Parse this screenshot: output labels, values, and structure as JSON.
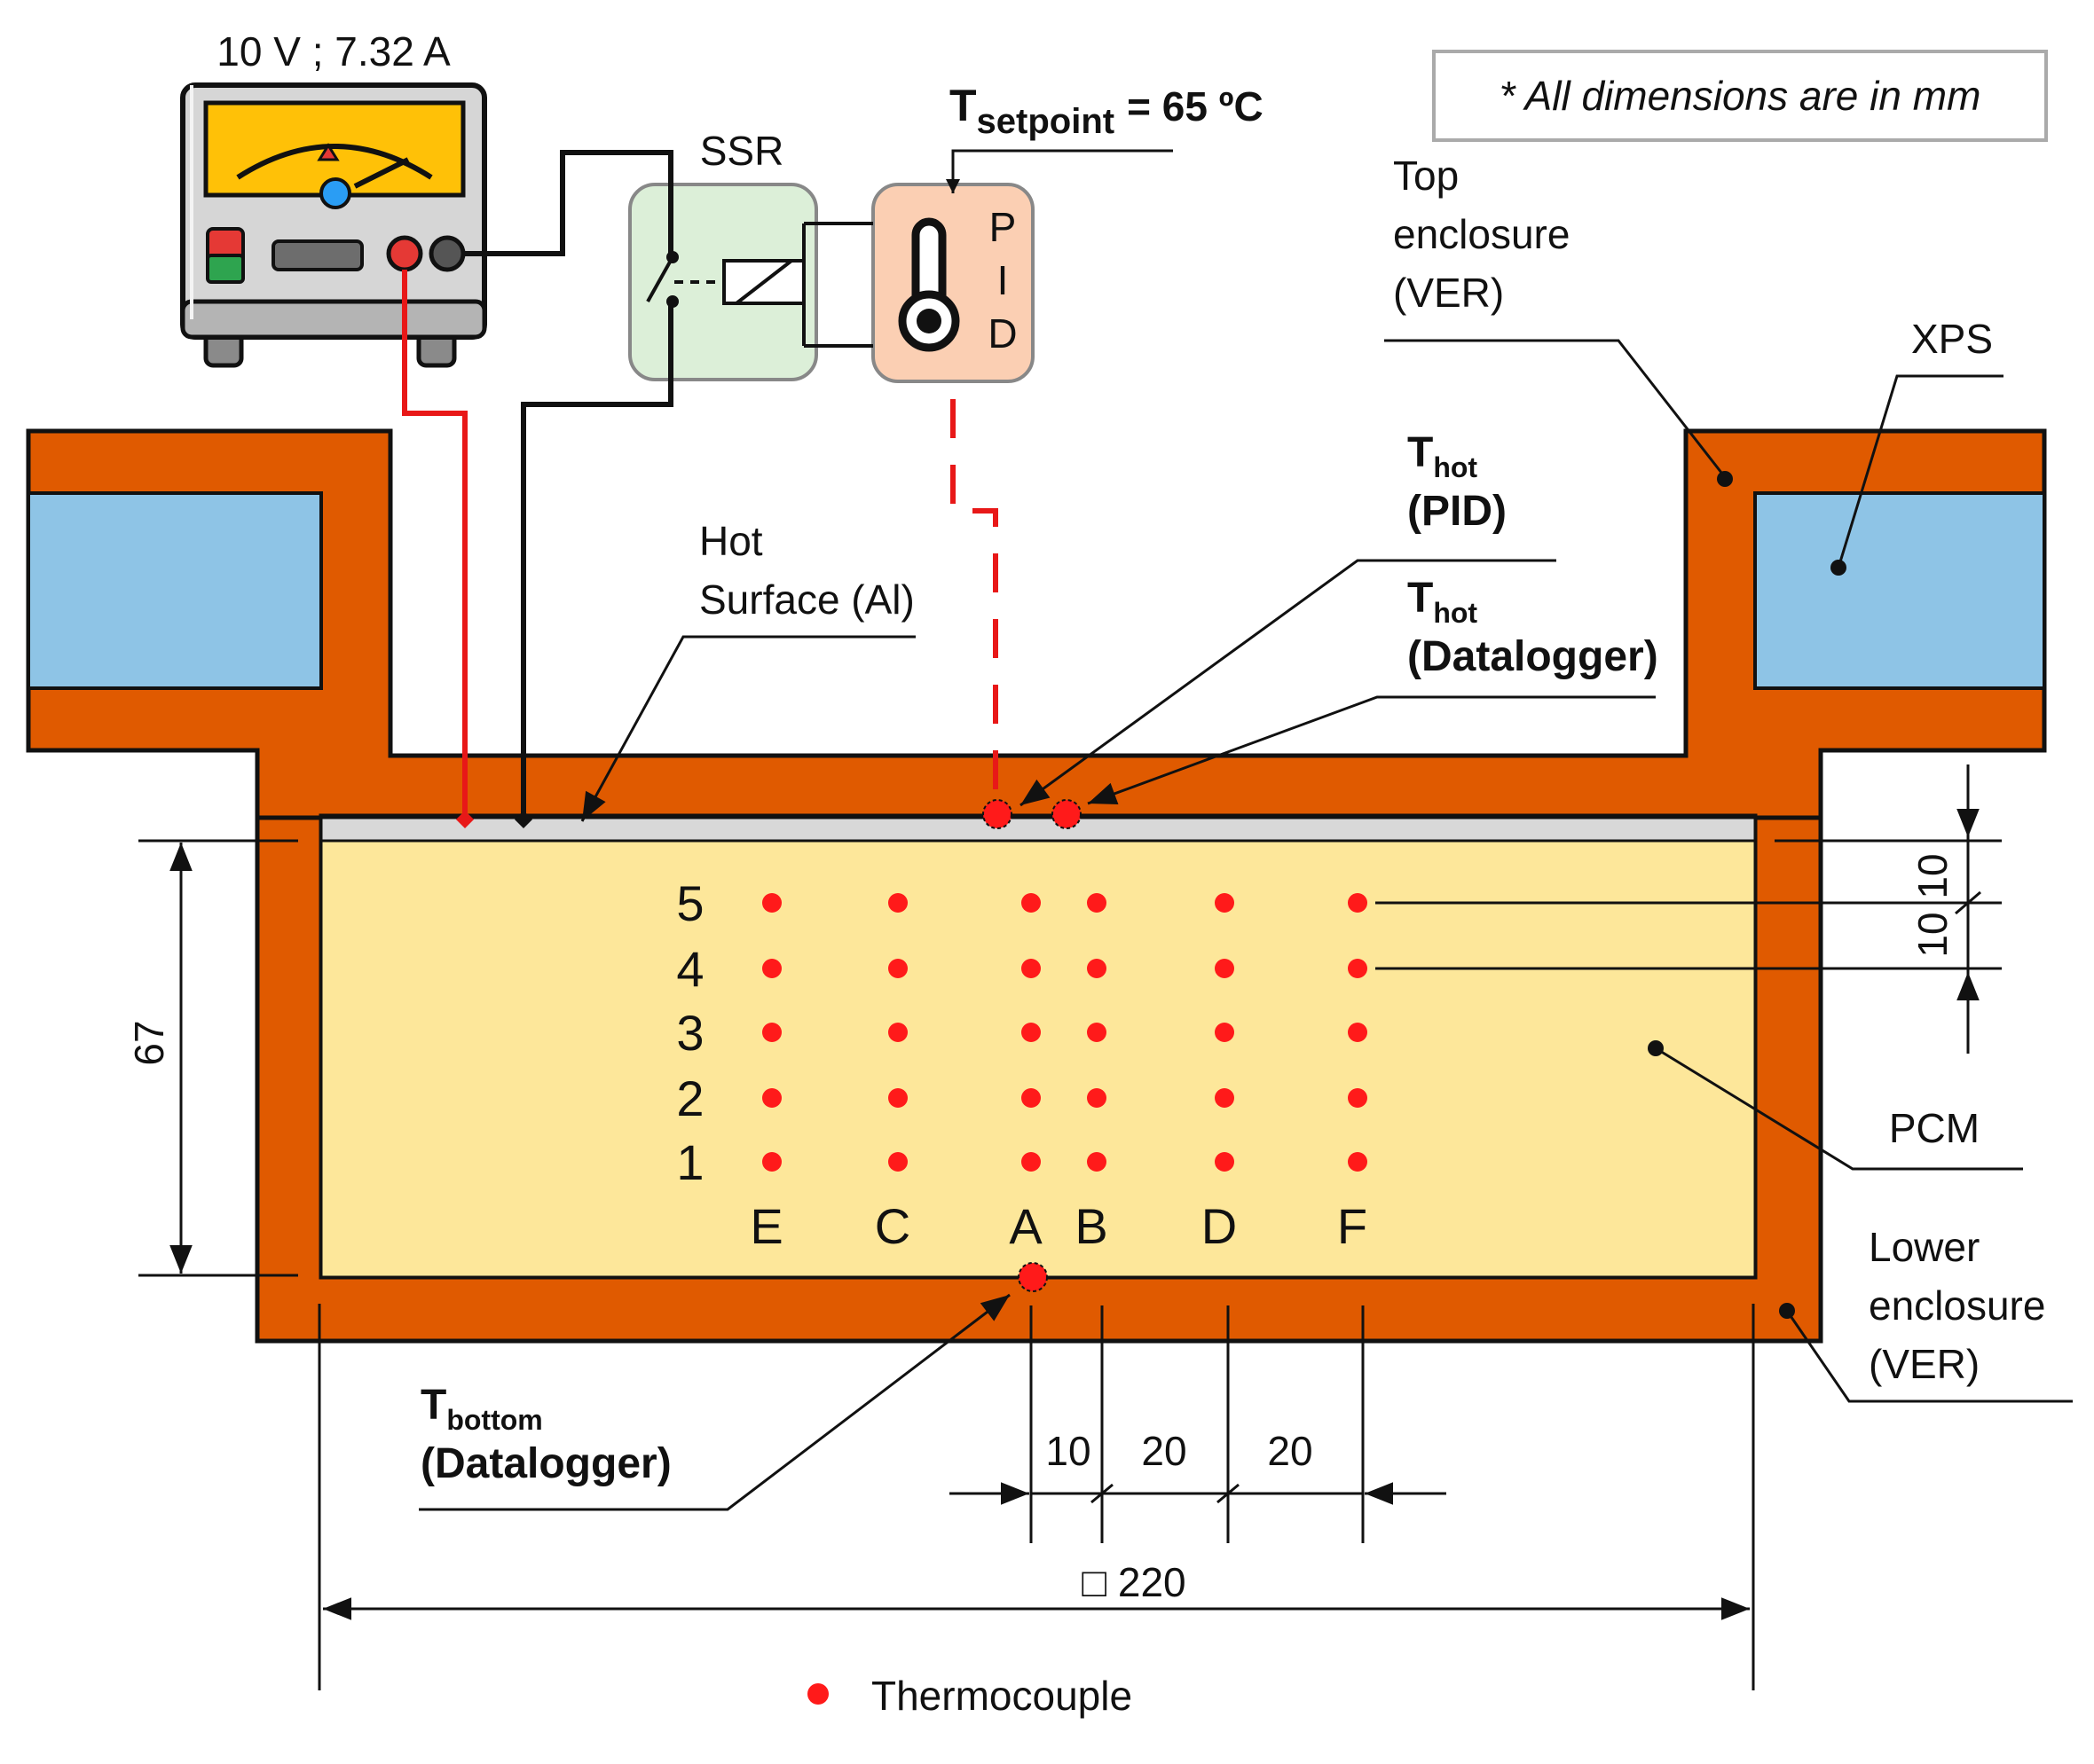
{
  "power_supply": {
    "reading": "10 V ; 7.32 A"
  },
  "ssr": {
    "label": "SSR"
  },
  "pid": {
    "letters": [
      "P",
      "I",
      "D"
    ]
  },
  "setpoint": {
    "symbol": "T",
    "subscript": "setpoint",
    "value": "= 65 ºC"
  },
  "note": "* All dimensions are in mm",
  "labels": {
    "top_enclosure": [
      "Top",
      "enclosure",
      "(VER)"
    ],
    "xps": "XPS",
    "hot_surface": [
      "Hot",
      "Surface (Al)"
    ],
    "t_hot_pid": {
      "symbol": "T",
      "subscript": "hot",
      "line2": "(PID)"
    },
    "t_hot_datalogger": {
      "symbol": "T",
      "subscript": "hot",
      "line2": "(Datalogger)"
    },
    "pcm": "PCM",
    "lower_enclosure": [
      "Lower",
      "enclosure",
      "(VER)"
    ],
    "t_bottom": {
      "symbol": "T",
      "subscript": "bottom",
      "line2": "(Datalogger)"
    }
  },
  "thermocouple_grid": {
    "rows": [
      "5",
      "4",
      "3",
      "2",
      "1"
    ],
    "columns": [
      "E",
      "C",
      "A",
      "B",
      "D",
      "F"
    ]
  },
  "dimensions": {
    "height": "67",
    "top_spacing": [
      "10",
      "10"
    ],
    "bottom_spacing": [
      "10",
      "20",
      "20"
    ],
    "width": "□ 220"
  },
  "legend": {
    "label": "Thermocouple"
  },
  "colors": {
    "enclosure": "#e05a00",
    "xps": "#8ec4e6",
    "pcm": "#fde79a",
    "hot_surface": "#d8d8d8",
    "thermocouple": "#ff1a1a",
    "ssr_box": "#dcefd8",
    "pid_box": "#fbcfb3",
    "meter_face": "#ffc107"
  }
}
